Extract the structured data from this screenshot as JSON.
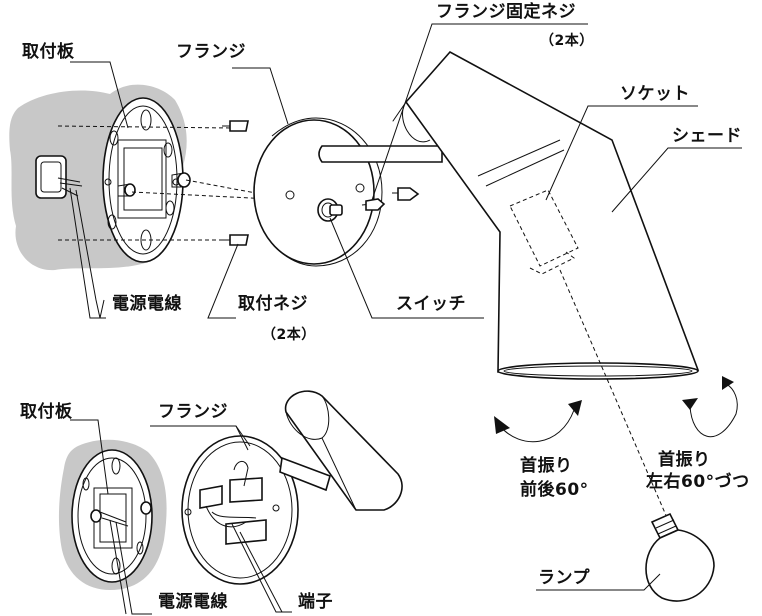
{
  "labels": {
    "mount_plate_top": "取付板",
    "flange_top": "フランジ",
    "flange_screw": "フランジ固定ネジ",
    "flange_screw_qty": "（2本）",
    "socket": "ソケット",
    "shade": "シェード",
    "power_wire_top": "電源電線",
    "mount_screw": "取付ネジ",
    "mount_screw_qty": "（2本）",
    "switch": "スイッチ",
    "mount_plate_bottom": "取付板",
    "flange_bottom": "フランジ",
    "tilt_front_back_1": "首振り",
    "tilt_front_back_2": "前後60°",
    "tilt_left_right_1": "首振り",
    "tilt_left_right_2": "左右60°づつ",
    "power_wire_bottom": "電源電線",
    "terminal": "端子",
    "lamp": "ランプ"
  },
  "colors": {
    "wall": "#c8c8c8",
    "line": "#111111"
  }
}
